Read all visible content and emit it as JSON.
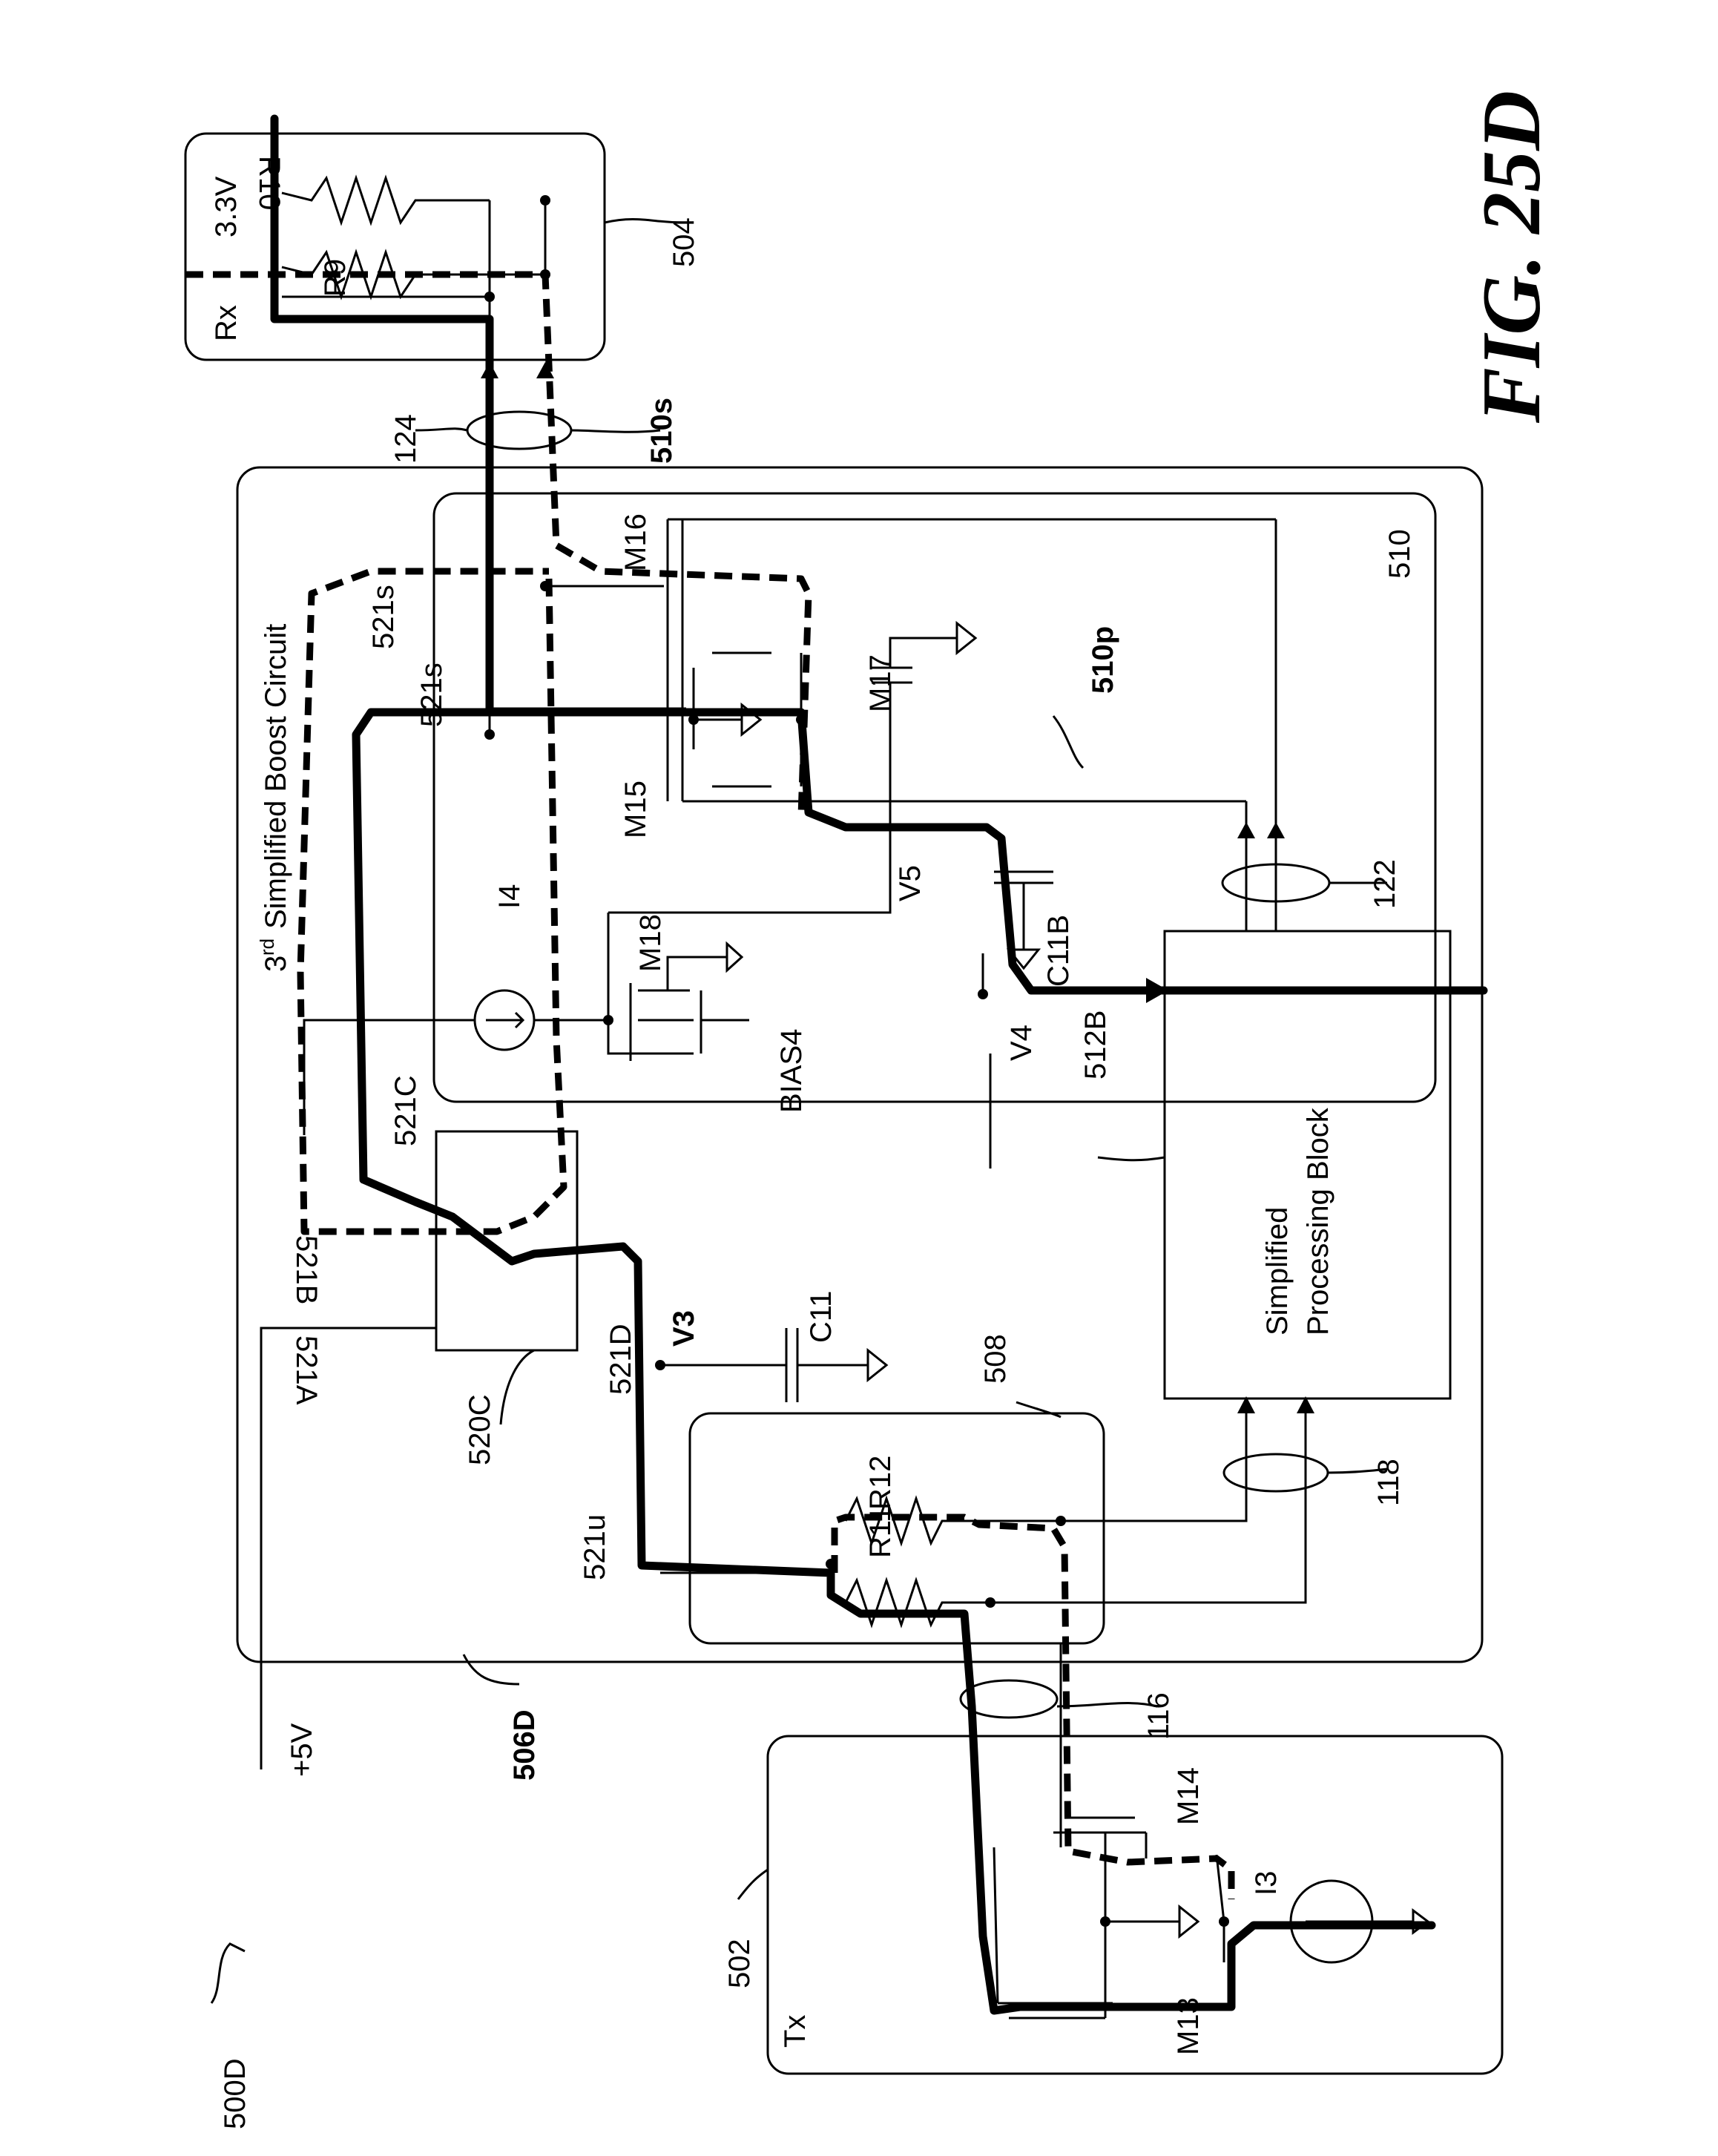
{
  "labels": {
    "fig": "FIG. 25D",
    "ref_500D": "500D",
    "ref_502": "502",
    "tx": "Tx",
    "m13": "M13",
    "m14": "M14",
    "i3": "I3",
    "ref_116": "116",
    "v5p": "+5V",
    "ref_506D": "506D",
    "ref_508": "508",
    "r11": "R11",
    "r12": "R12",
    "ref_118": "118",
    "ref_521u": "521u",
    "c11": "C11",
    "v3": "V3",
    "ref_521D": "521D",
    "ref_520C": "520C",
    "ref_521A": "521A",
    "ref_521B": "521B",
    "ref_521C": "521C",
    "title_boost": "Simplified Boost Circuit",
    "title_prefix": "3",
    "title_sup": "rd",
    "i4": "I4",
    "m18": "M18",
    "bias4": "BIAS4",
    "v4": "V4",
    "ref_512B": "512B",
    "proc_line1": "Simplified",
    "proc_line2": "Processing Block",
    "c11b": "C11B",
    "v5": "V5",
    "m15": "M15",
    "m16": "M16",
    "m17": "M17",
    "ref_521s": "521s",
    "ref_510p": "510p",
    "ref_510": "510",
    "ref_122": "122",
    "ref_124": "124",
    "ref_510s": "510s",
    "ref_504": "504",
    "rx": "Rx",
    "v33": "3.3V",
    "r9": "R9",
    "r10": "R10"
  }
}
